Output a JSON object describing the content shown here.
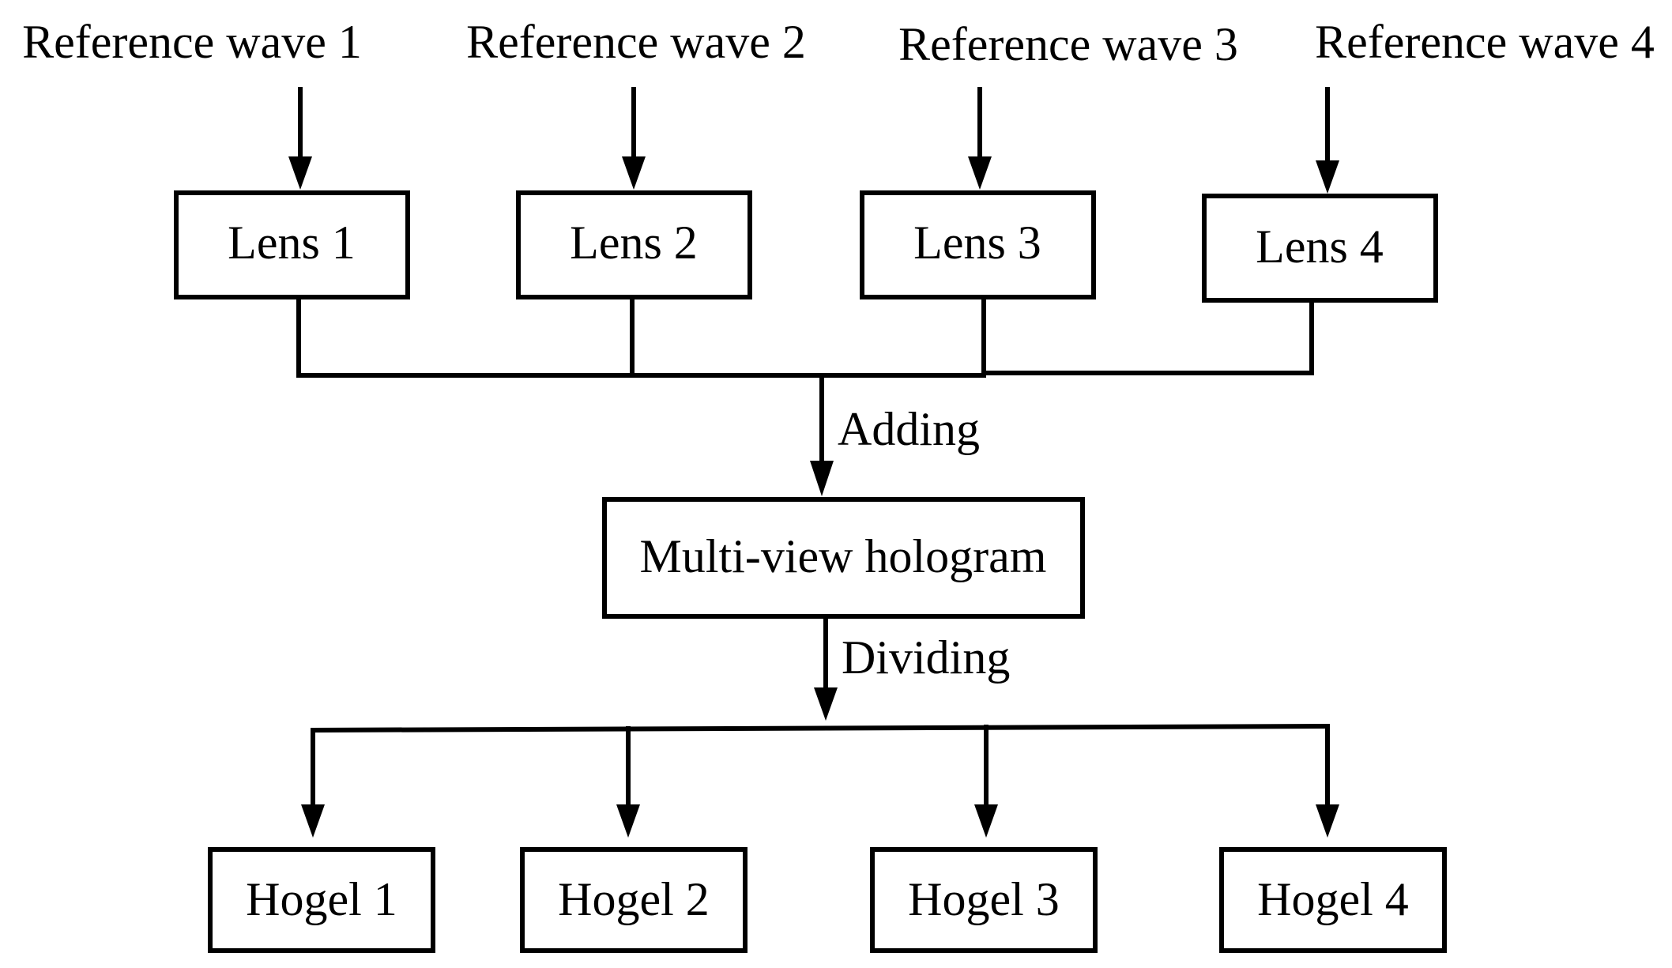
{
  "diagram": {
    "reference_waves": [
      "Reference wave 1",
      "Reference wave 2",
      "Reference wave 3",
      "Reference wave 4"
    ],
    "lenses": [
      "Lens 1",
      "Lens 2",
      "Lens 3",
      "Lens 4"
    ],
    "adding_label": "Adding",
    "hologram_label": "Multi-view hologram",
    "dividing_label": "Dividing",
    "hogels": [
      "Hogel 1",
      "Hogel 2",
      "Hogel 3",
      "Hogel 4"
    ]
  }
}
